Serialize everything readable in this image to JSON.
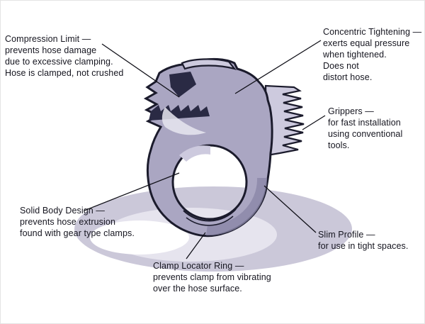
{
  "labels": {
    "compression_limit": {
      "text": "Compression Limit —\nprevents hose damage\ndue to excessive clamping.\nHose is clamped, not crushed"
    },
    "concentric_tightening": {
      "text": "Concentric Tightening —\nexerts equal pressure\nwhen tightened.\nDoes not\ndistort hose."
    },
    "grippers": {
      "text": "Grippers —\nfor fast installation\nusing conventional\ntools."
    },
    "solid_body_design": {
      "text": "Solid Body Design —\nprevents hose extrusion\nfound with gear type clamps."
    },
    "clamp_locator_ring": {
      "text": "Clamp Locator Ring —\nprevents clamp from vibrating\nover the hose surface."
    },
    "slim_profile": {
      "text": "Slim Profile —\nfor use in tight spaces."
    }
  },
  "colors": {
    "body": "#aaa6c2",
    "body_light": "#cdcade",
    "body_dark": "#8b87a8",
    "outline": "#1b1b2c",
    "teeth": "#2a2a44",
    "shadow": "#cbc8d9",
    "shadow_light": "#e6e4ee",
    "hole_white": "#ffffff",
    "highlight": "#e8e6f0",
    "line": "#101018",
    "text": "#15151f"
  }
}
